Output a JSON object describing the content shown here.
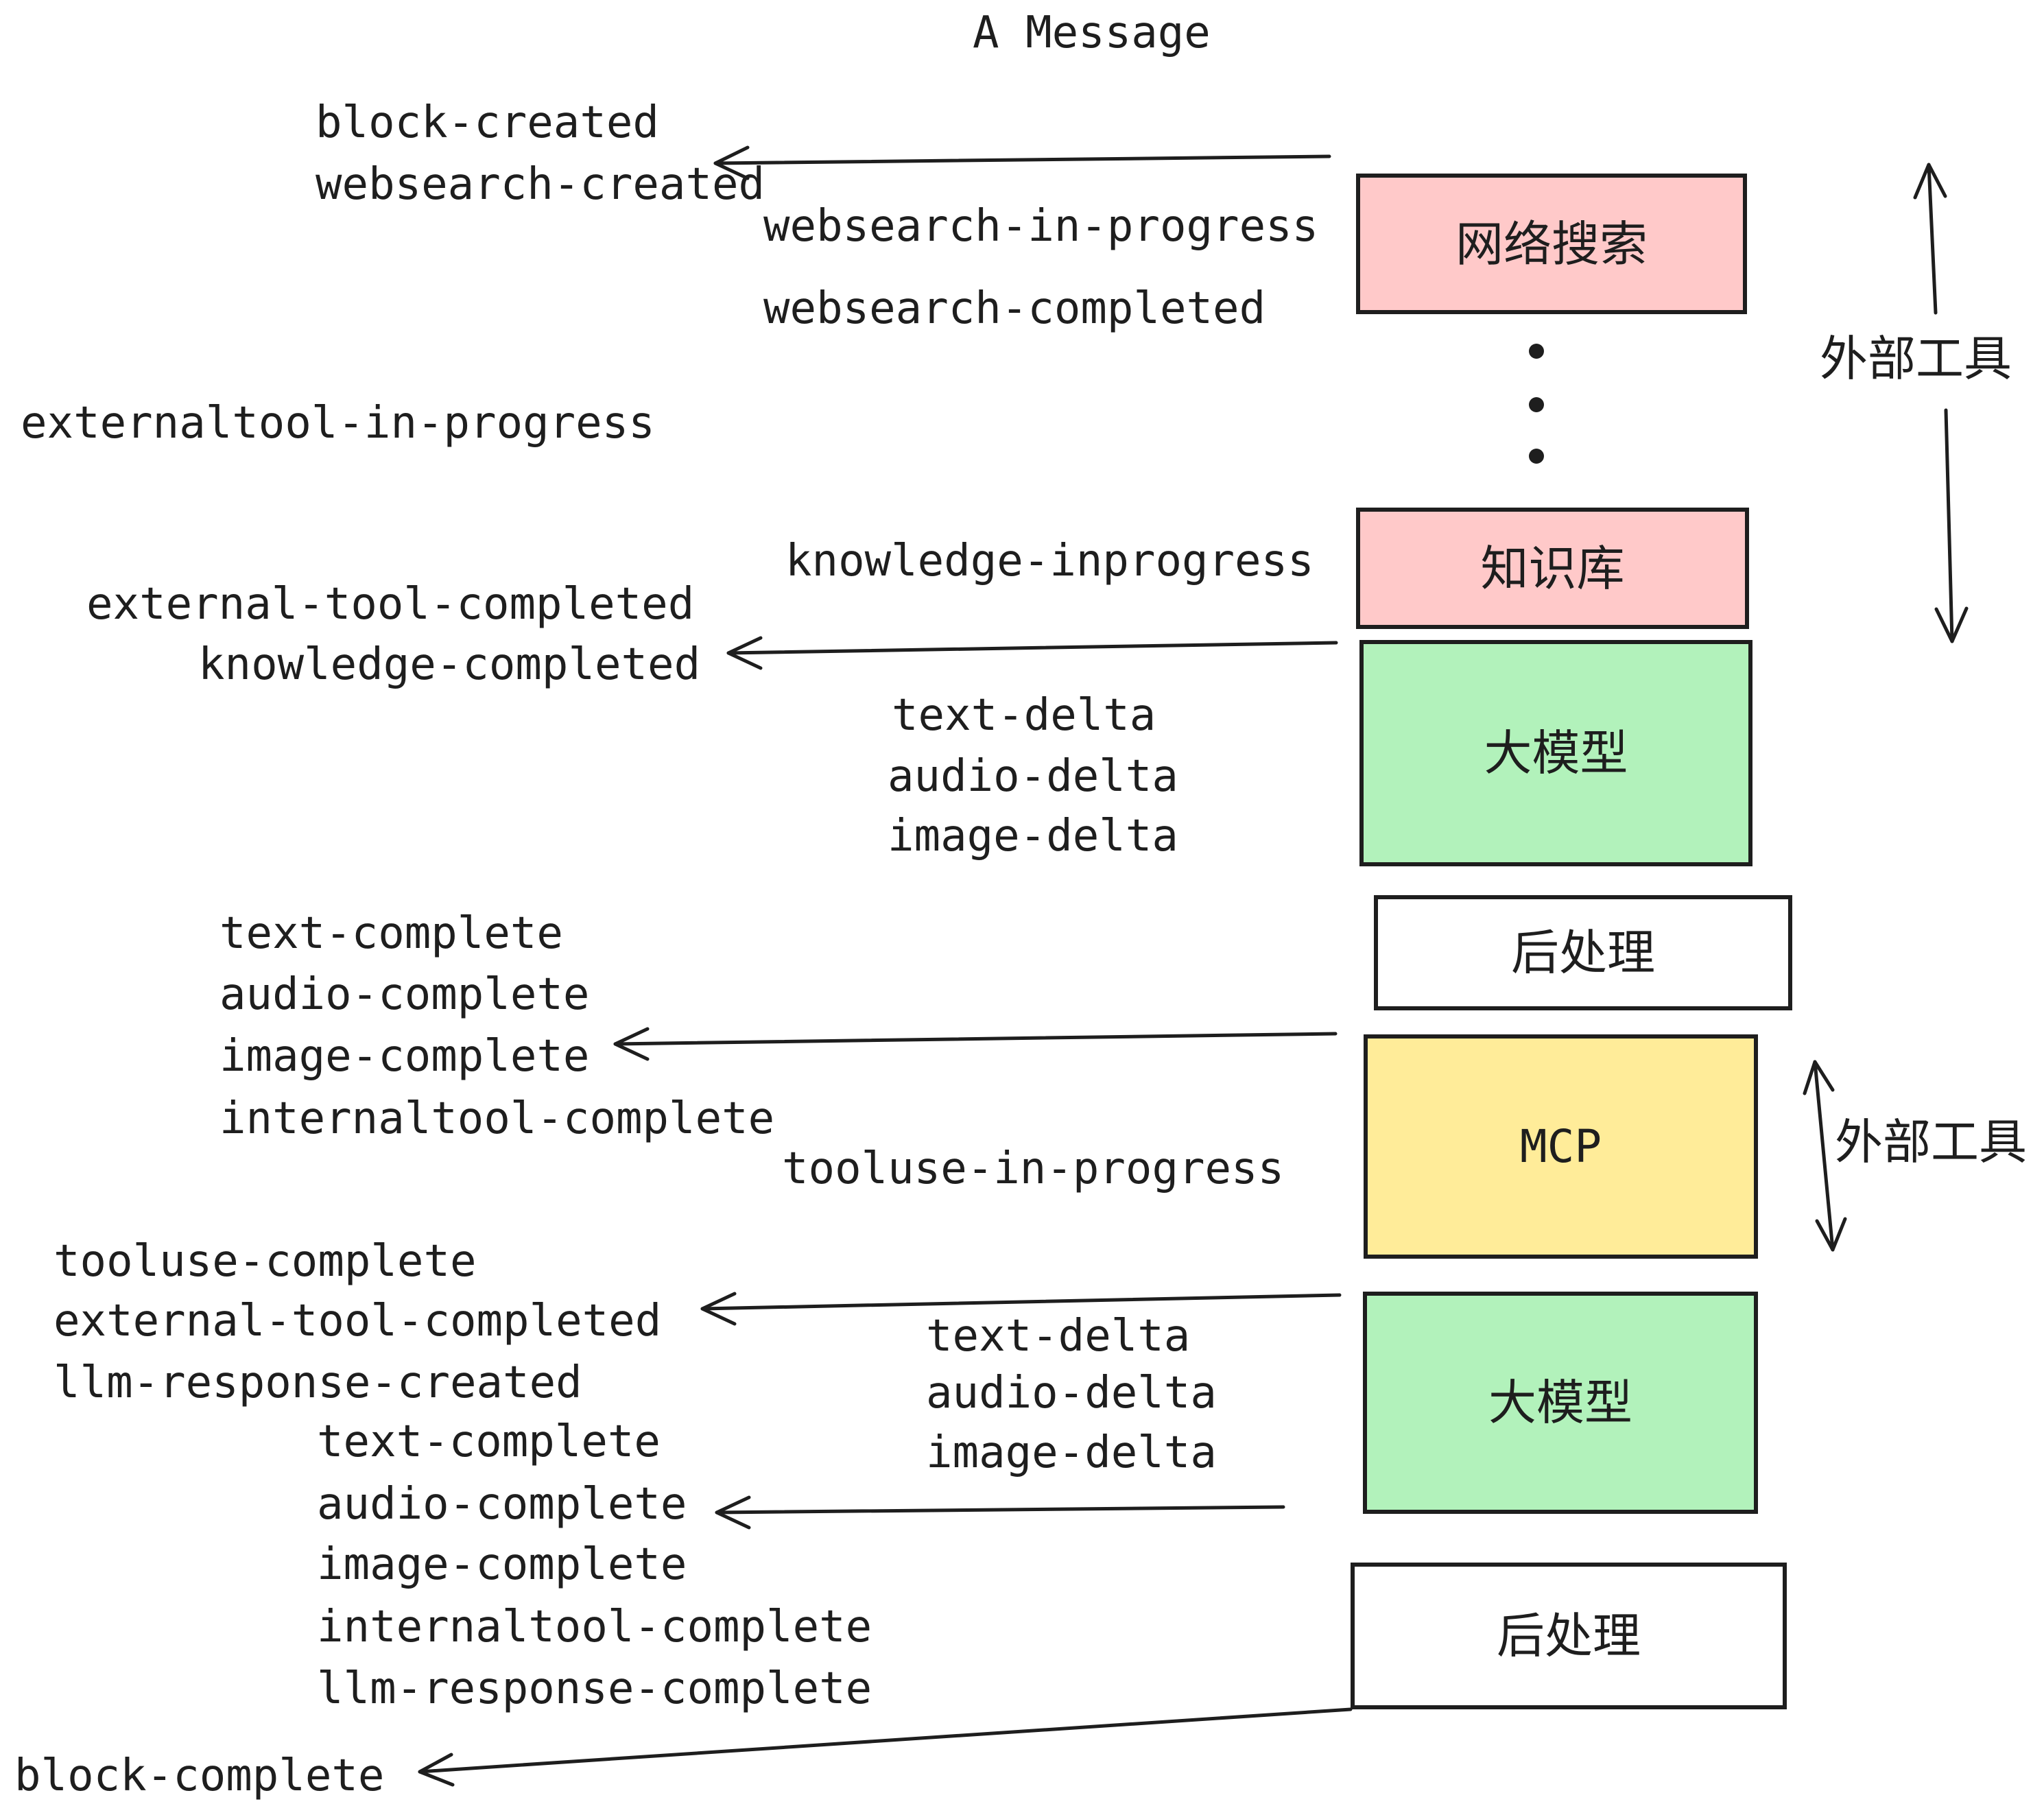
{
  "title": "A Message",
  "colors": {
    "pink": "#ffc9c9",
    "green": "#b2f2bb",
    "yellow": "#ffec99",
    "white": "#ffffff",
    "stroke": "#1e1e1e",
    "background": "#ffffff"
  },
  "boxes": {
    "web_search": "网络搜索",
    "knowledge_base": "知识库",
    "llm": "大模型",
    "post_process": "后处理",
    "mcp": "MCP"
  },
  "annotations": {
    "external_tools": "外部工具"
  },
  "events": {
    "block_created": "block-created",
    "websearch_created": "websearch-created",
    "websearch_in_progress": "websearch-in-progress",
    "websearch_completed": "websearch-completed",
    "externaltool_in_progress": "externaltool-in-progress",
    "knowledge_inprogress": "knowledge-inprogress",
    "external_tool_completed": "external-tool-completed",
    "knowledge_completed": "knowledge-completed",
    "text_delta": "text-delta",
    "audio_delta": "audio-delta",
    "image_delta": "image-delta",
    "text_complete": "text-complete",
    "audio_complete": "audio-complete",
    "image_complete": "image-complete",
    "internaltool_complete": "internaltool-complete",
    "tooluse_in_progress": "tooluse-in-progress",
    "tooluse_complete": "tooluse-complete",
    "llm_response_created": "llm-response-created",
    "llm_response_complete": "llm-response-complete",
    "block_complete": "block-complete"
  }
}
